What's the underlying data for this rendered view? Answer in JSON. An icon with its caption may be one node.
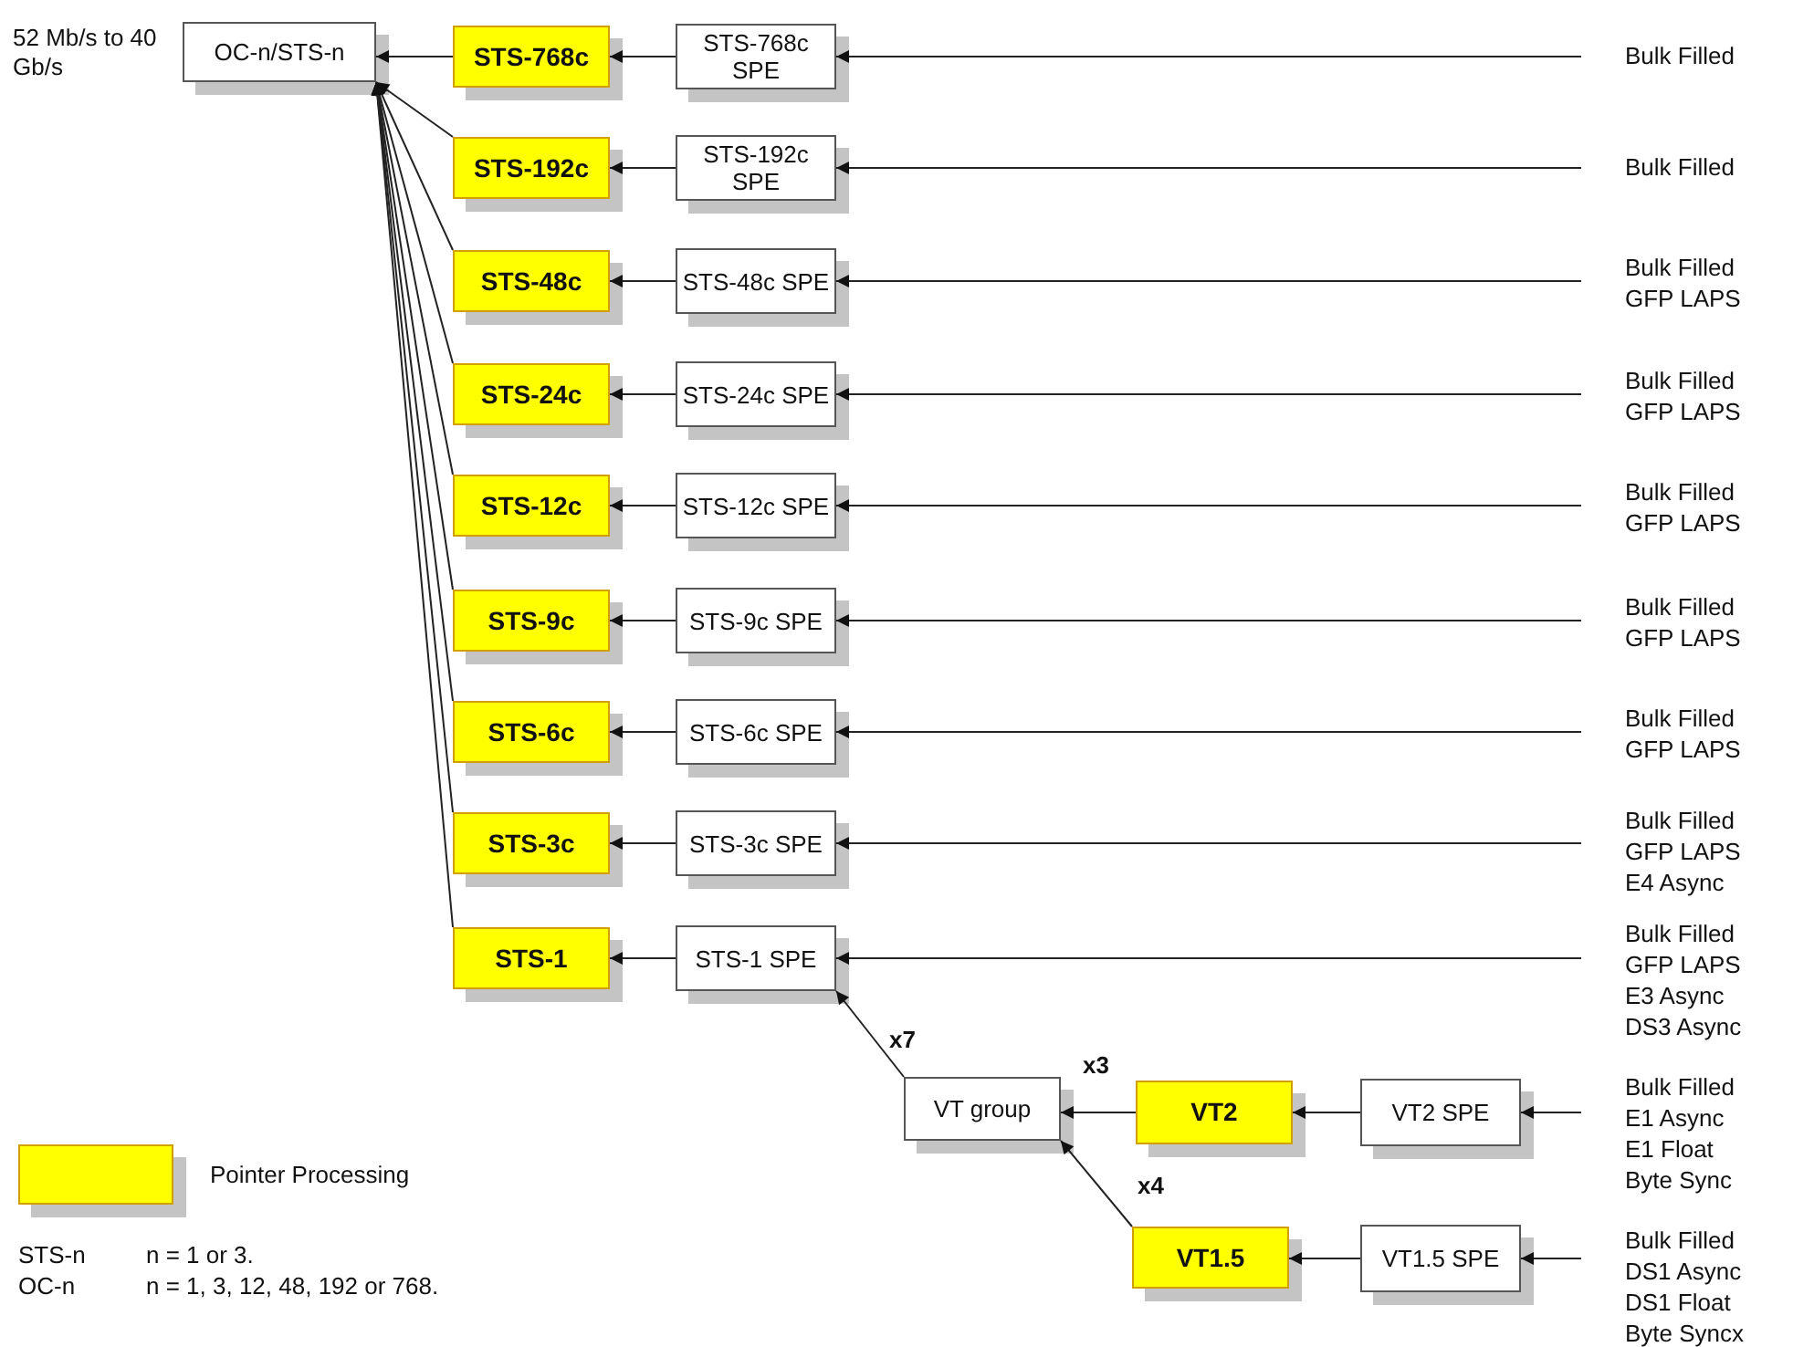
{
  "diagram": {
    "nodes": [
      {
        "text": [
          "OC-n/STS-n"
        ],
        "beside": [
          "52 Mb/s to 40 Gb/s"
        ]
      },
      {
        "text": [
          "STS-768c"
        ]
      },
      {
        "text": [
          "STS-768c SPE"
        ]
      },
      {
        "text": [
          "Bulk Filled"
        ]
      },
      {
        "text": [
          "STS-192c"
        ]
      },
      {
        "text": [
          "STS-192c SPE"
        ]
      },
      {
        "text": [
          "Bulk Filled"
        ]
      },
      {
        "text": [
          "STS-48c"
        ]
      },
      {
        "text": [
          "STS-48c SPE"
        ]
      },
      {
        "text": [
          "Bulk Filled",
          "GFP LAPS"
        ]
      },
      {
        "text": [
          "STS-24c"
        ]
      },
      {
        "text": [
          "STS-24c SPE"
        ]
      },
      {
        "text": [
          "Bulk Filled",
          "GFP LAPS"
        ]
      },
      {
        "text": [
          "STS-12c"
        ]
      },
      {
        "text": [
          "STS-12c SPE"
        ]
      },
      {
        "text": [
          "Bulk Filled",
          "GFP LAPS"
        ]
      },
      {
        "text": [
          "STS-9c"
        ]
      },
      {
        "text": [
          "STS-9c SPE"
        ]
      },
      {
        "text": [
          "Bulk Filled",
          "GFP LAPS"
        ]
      },
      {
        "text": [
          "STS-6c"
        ]
      },
      {
        "text": [
          "STS-6c SPE"
        ]
      },
      {
        "text": [
          "Bulk Filled",
          "GFP LAPS"
        ]
      },
      {
        "text": [
          "STS-3c"
        ]
      },
      {
        "text": [
          "STS-3c SPE"
        ]
      },
      {
        "text": [
          "Bulk Filled",
          "GFP LAPS",
          "E4 Async"
        ]
      },
      {
        "text": [
          "STS-1"
        ]
      },
      {
        "text": [
          "STS-1 SPE"
        ]
      },
      {
        "text": [
          "Bulk Filled",
          "GFP LAPS",
          "E3 Async",
          "DS3 Async"
        ]
      },
      {
        "text": [
          "VT group"
        ]
      },
      {
        "text": [
          "VT2"
        ]
      },
      {
        "text": [
          "VT2 SPE"
        ]
      },
      {
        "text": [
          "Bulk Filled",
          "E1 Async",
          "E1 Float",
          "Byte Sync"
        ]
      },
      {
        "text": [
          "VT1.5"
        ]
      },
      {
        "text": [
          "VT1.5 SPE"
        ]
      },
      {
        "text": [
          "Bulk Filled",
          "DS1 Async",
          "DS1 Float",
          "Byte Syncx"
        ]
      }
    ],
    "edges": [
      {
        "from": 3,
        "to": 2,
        "arrow": "to"
      },
      {
        "from": 2,
        "to": 1,
        "arrow": "to"
      },
      {
        "from": 1,
        "to": 0,
        "arrow": "to"
      },
      {
        "from": 6,
        "to": 5,
        "arrow": "to"
      },
      {
        "from": 5,
        "to": 4,
        "arrow": "to"
      },
      {
        "from": 4,
        "to": 0,
        "arrow": "to"
      },
      {
        "from": 9,
        "to": 8,
        "arrow": "to"
      },
      {
        "from": 8,
        "to": 7,
        "arrow": "to"
      },
      {
        "from": 7,
        "to": 0,
        "arrow": "to"
      },
      {
        "from": 12,
        "to": 11,
        "arrow": "to"
      },
      {
        "from": 11,
        "to": 10,
        "arrow": "to"
      },
      {
        "from": 10,
        "to": 0,
        "arrow": "to"
      },
      {
        "from": 15,
        "to": 14,
        "arrow": "to"
      },
      {
        "from": 14,
        "to": 13,
        "arrow": "to"
      },
      {
        "from": 13,
        "to": 0,
        "arrow": "to"
      },
      {
        "from": 18,
        "to": 17,
        "arrow": "to"
      },
      {
        "from": 17,
        "to": 16,
        "arrow": "to"
      },
      {
        "from": 16,
        "to": 0,
        "arrow": "to"
      },
      {
        "from": 21,
        "to": 20,
        "arrow": "to"
      },
      {
        "from": 20,
        "to": 19,
        "arrow": "to"
      },
      {
        "from": 19,
        "to": 0,
        "arrow": "to"
      },
      {
        "from": 24,
        "to": 23,
        "arrow": "to"
      },
      {
        "from": 23,
        "to": 22,
        "arrow": "to"
      },
      {
        "from": 22,
        "to": 0,
        "arrow": "to"
      },
      {
        "from": 27,
        "to": 26,
        "arrow": "to"
      },
      {
        "from": 26,
        "to": 25,
        "arrow": "to"
      },
      {
        "from": 25,
        "to": 0,
        "arrow": "to"
      },
      {
        "from": 28,
        "to": 26,
        "arrow": "to",
        "label": "x7"
      },
      {
        "from": 29,
        "to": 28,
        "arrow": "to",
        "label": "x3"
      },
      {
        "from": 32,
        "to": 28,
        "arrow": "to",
        "label": "x4"
      },
      {
        "from": 30,
        "to": 29,
        "arrow": "to"
      },
      {
        "from": 31,
        "to": 30,
        "arrow": "to"
      },
      {
        "from": 33,
        "to": 32,
        "arrow": "to"
      },
      {
        "from": 34,
        "to": 33,
        "arrow": "to"
      }
    ],
    "labels": [
      "STS-n",
      "n = 1 or 3.",
      "OC-n",
      "n = 1, 3, 12, 48, 192 or 768."
    ],
    "legend": [
      {
        "text": "Pointer Processing",
        "color": "#ffff00"
      }
    ]
  }
}
